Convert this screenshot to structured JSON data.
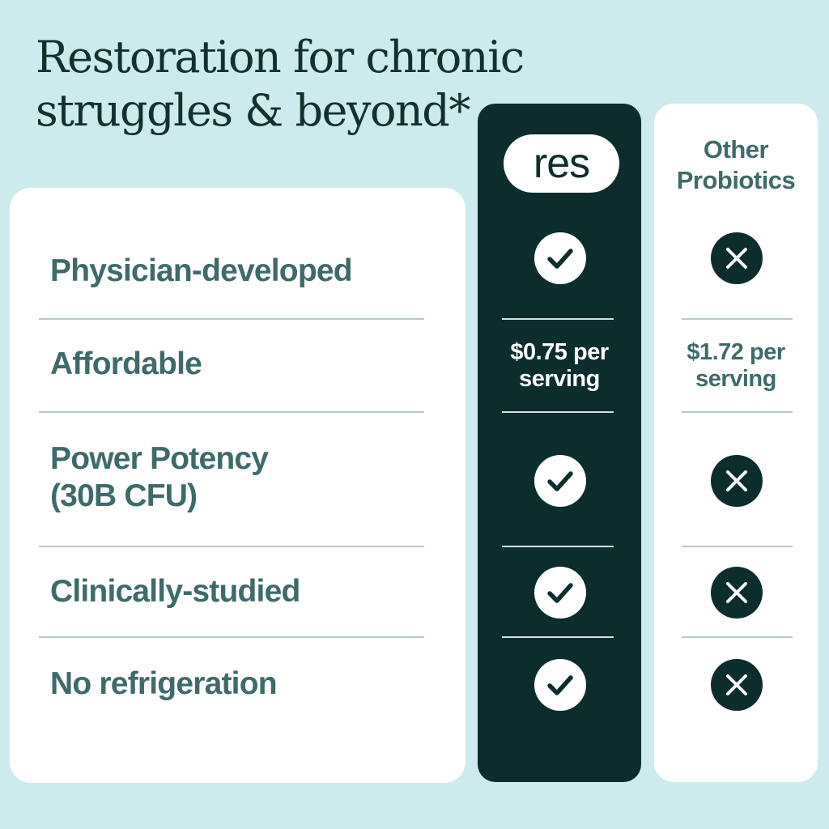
{
  "headline": {
    "line1": "Restoration for chronic",
    "line2": "struggles & beyond*"
  },
  "columns": {
    "res_logo": "res",
    "other_title_line1": "Other",
    "other_title_line2": "Probiotics"
  },
  "rows": [
    {
      "label": "Physician-developed",
      "res": "check",
      "other": "cross"
    },
    {
      "label": "Affordable",
      "res_price_line1": "$0.75 per",
      "res_price_line2": "serving",
      "other_price_line1": "$1.72 per",
      "other_price_line2": "serving"
    },
    {
      "label_line1": "Power Potency",
      "label_line2": "(30B CFU)",
      "res": "check",
      "other": "cross"
    },
    {
      "label": "Clinically-studied",
      "res": "check",
      "other": "cross"
    },
    {
      "label": "No refrigeration",
      "res": "check",
      "other": "cross"
    }
  ],
  "icons": {
    "yes": "check-icon",
    "no": "x-icon"
  },
  "colors": {
    "background": "#cdebed",
    "brand_dark": "#0d2d2d",
    "label_teal": "#3e6b6a"
  }
}
